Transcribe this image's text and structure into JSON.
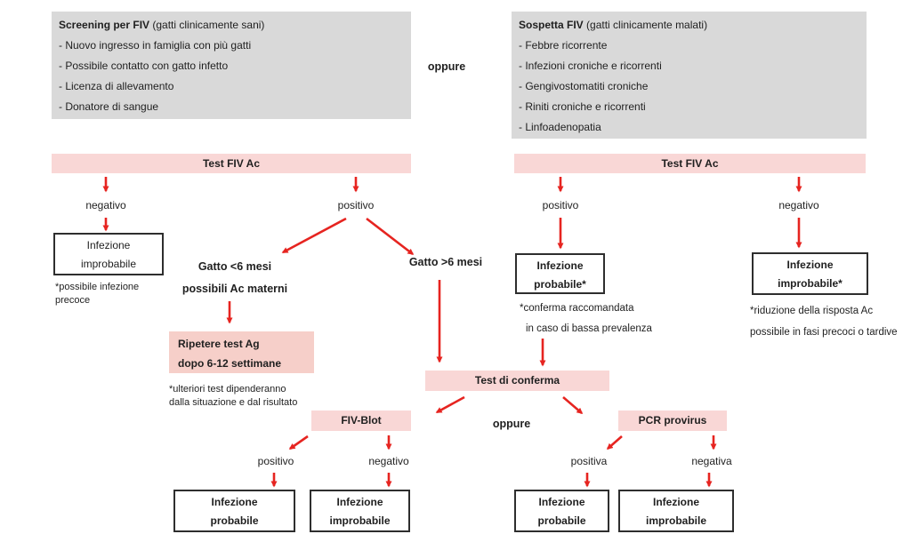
{
  "screening_box": {
    "title_bold": "Screening per FIV",
    "title_rest": " (gatti clinicamente sani)",
    "items": [
      "- Nuovo ingresso in famiglia con più gatti",
      "- Possibile contatto con gatto infetto",
      "- Licenza di allevamento",
      "- Donatore di sangue"
    ]
  },
  "sospetta_box": {
    "title_bold": "Sospetta FIV",
    "title_rest": " (gatti clinicamente malati)",
    "items": [
      "- Febbre ricorrente",
      "- Infezioni croniche e ricorrenti",
      "- Gengivostomatiti croniche",
      "- Riniti croniche e ricorrenti",
      "- Linfoadenopatia"
    ]
  },
  "oppure_top": "oppure",
  "oppure_bottom": "oppure",
  "test_bar_left": "Test FIV Ac",
  "test_bar_right": "Test FIV Ac",
  "labels": {
    "left_negativo": "negativo",
    "left_positivo": "positivo",
    "right_positivo": "positivo",
    "right_negativo": "negativo",
    "fivblot_positivo": "positivo",
    "fivblot_negativo": "negativo",
    "pcr_positiva": "positiva",
    "pcr_negativa": "negativa"
  },
  "gatto_lt6": {
    "line1": "Gatto <6 mesi",
    "line2": "possibili Ac materni"
  },
  "gatto_gt6": "Gatto >6 mesi",
  "ripetere_box": {
    "line1": "Ripetere test Ag",
    "line2": "dopo 6-12 settimane"
  },
  "conferma_bar": "Test di conferma",
  "fivblot_bar": "FIV-Blot",
  "pcr_bar": "PCR provirus",
  "outcome_boxes": {
    "left_improbabile": {
      "line1": "Infezione",
      "line2": "improbabile"
    },
    "mid_probabile": {
      "line1": "Infezione",
      "line2": "probabile*"
    },
    "right_improbabile": {
      "line1": "Infezione",
      "line2": "improbabile*"
    },
    "fivblot_pos": {
      "line1": "Infezione",
      "line2": "probabile"
    },
    "fivblot_neg": {
      "line1": "Infezione",
      "line2": "improbabile"
    },
    "pcr_pos": {
      "line1": "Infezione",
      "line2": "probabile"
    },
    "pcr_neg": {
      "line1": "Infezione",
      "line2": "improbabile"
    }
  },
  "notes": {
    "left_1": "*possibile infezione",
    "left_2": "precoce",
    "ripetere_1": "*ulteriori test dipenderanno",
    "ripetere_2": "dalla situazione e dal risultato",
    "probabile_1": "*conferma raccomandata",
    "probabile_2": "in caso di bassa prevalenza",
    "improbabile_1": "*riduzione della risposta Ac",
    "improbabile_2": "possibile in fasi precoci o tardive"
  },
  "colors": {
    "gray_box": "#d9d9d9",
    "pink_bar": "#f9d7d6",
    "pink_box": "#f6cfc9",
    "arrow_red": "#e62420",
    "box_border": "#2e2e2e"
  }
}
